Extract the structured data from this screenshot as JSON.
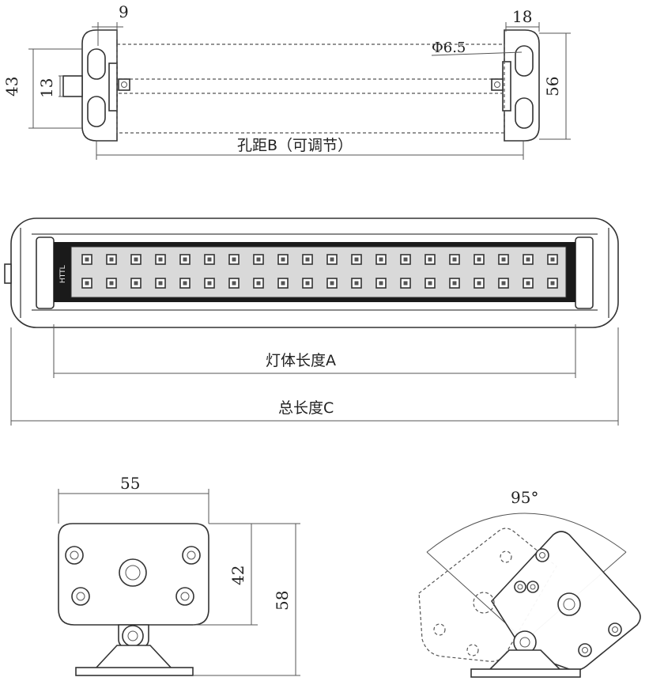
{
  "top_view": {
    "dim_9": "9",
    "dim_18": "18",
    "dim_43": "43",
    "dim_13": "13",
    "dim_56": "56",
    "hole_dia": "Φ6.5",
    "hole_spacing": "孔距B（可调节）"
  },
  "front_view": {
    "body_length": "灯体长度A",
    "total_length": "总长度C",
    "led_rows": 2,
    "led_cols": 20
  },
  "bracket_view": {
    "dim_55": "55",
    "dim_42": "42",
    "dim_58": "58"
  },
  "rotation_view": {
    "angle": "95°"
  }
}
